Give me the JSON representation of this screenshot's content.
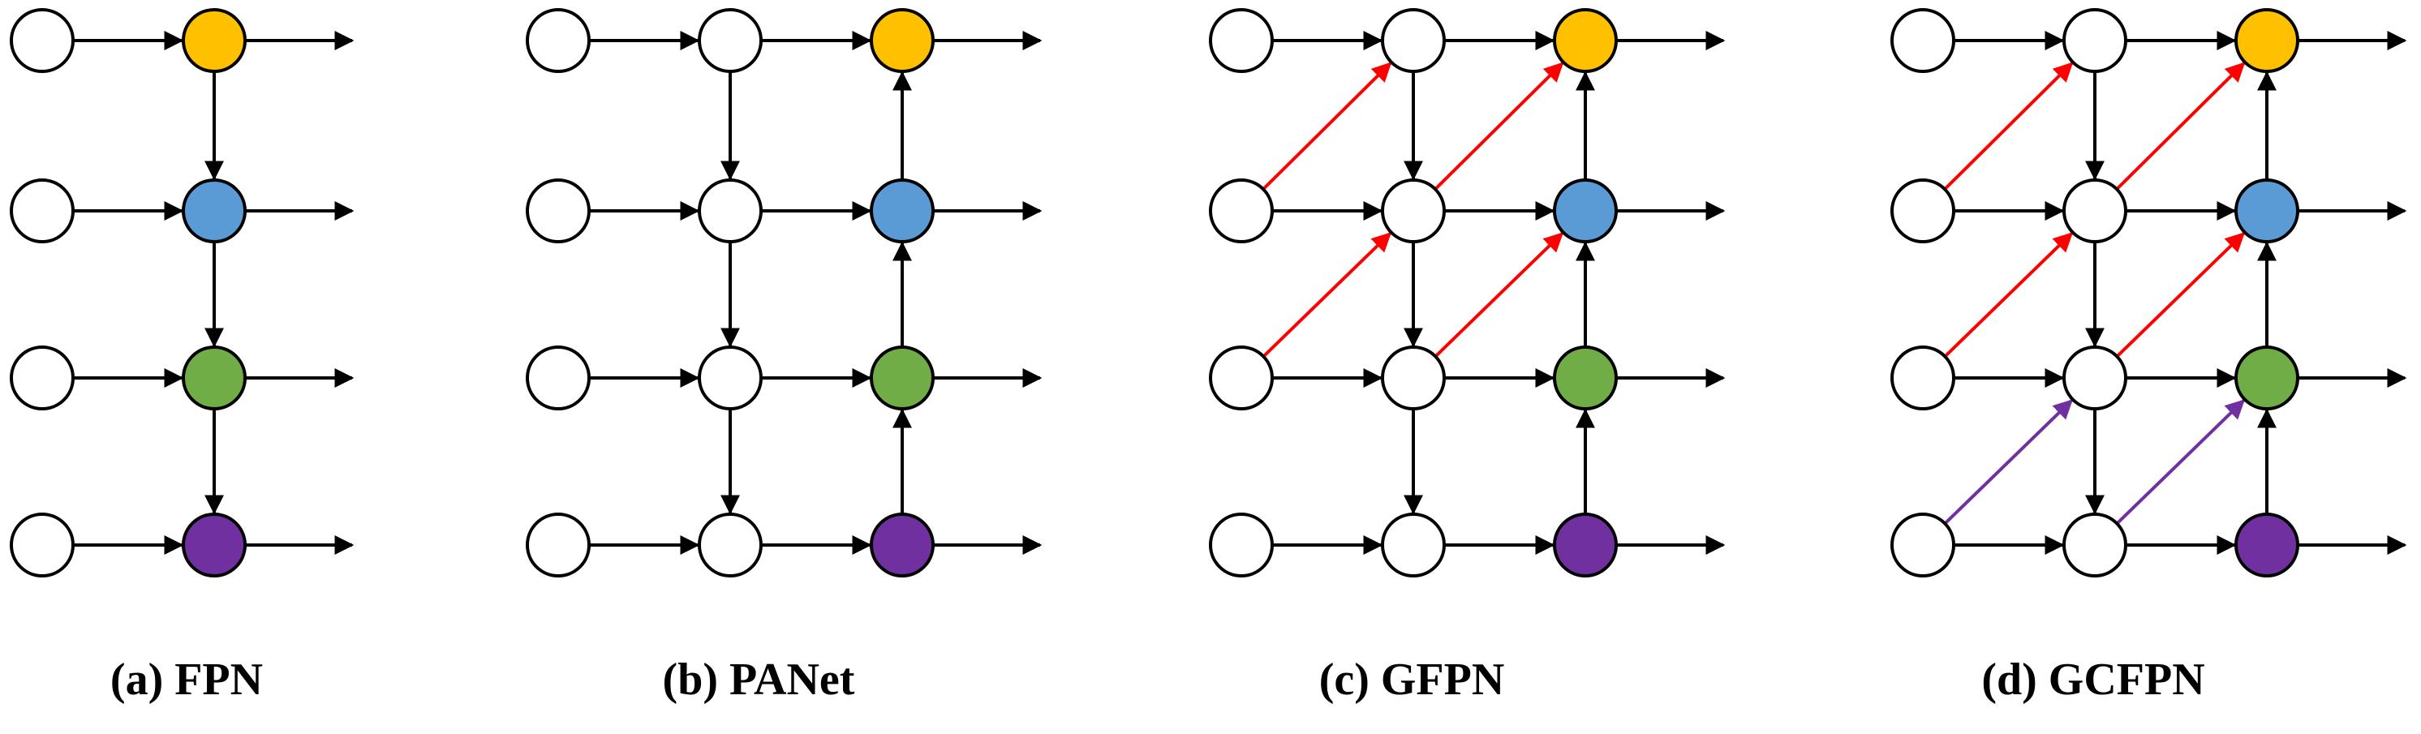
{
  "colors": {
    "stroke": "#000000",
    "node_fill": "#ffffff",
    "yellow": "#FFC000",
    "blue": "#5B9BD5",
    "green": "#70AD47",
    "purple": "#7030A0",
    "red_arrow": "#FF0000",
    "purple_arrow": "#7030A0"
  },
  "panels": [
    {
      "id": "fpn",
      "caption": "(a) FPN",
      "columns": [
        [
          "white",
          "white",
          "white",
          "white"
        ],
        [
          "yellow",
          "blue",
          "green",
          "purple"
        ]
      ],
      "output_column": 1,
      "vertical": [
        {
          "column": 1,
          "direction": "down"
        }
      ],
      "diagonals": []
    },
    {
      "id": "panet",
      "caption": "(b) PANet",
      "columns": [
        [
          "white",
          "white",
          "white",
          "white"
        ],
        [
          "white",
          "white",
          "white",
          "white"
        ],
        [
          "yellow",
          "blue",
          "green",
          "purple"
        ]
      ],
      "output_column": 2,
      "vertical": [
        {
          "column": 1,
          "direction": "down"
        },
        {
          "column": 2,
          "direction": "up"
        }
      ],
      "diagonals": []
    },
    {
      "id": "gfpn",
      "caption": "(c) GFPN",
      "columns": [
        [
          "white",
          "white",
          "white",
          "white"
        ],
        [
          "white",
          "white",
          "white",
          "white"
        ],
        [
          "yellow",
          "blue",
          "green",
          "purple"
        ]
      ],
      "output_column": 2,
      "vertical": [
        {
          "column": 1,
          "direction": "down"
        },
        {
          "column": 2,
          "direction": "up"
        }
      ],
      "diagonals": [
        {
          "from": [
            0,
            1
          ],
          "to": [
            1,
            0
          ],
          "color": "red_arrow"
        },
        {
          "from": [
            0,
            2
          ],
          "to": [
            1,
            1
          ],
          "color": "red_arrow"
        },
        {
          "from": [
            1,
            1
          ],
          "to": [
            2,
            0
          ],
          "color": "red_arrow"
        },
        {
          "from": [
            1,
            2
          ],
          "to": [
            2,
            1
          ],
          "color": "red_arrow"
        }
      ]
    },
    {
      "id": "gcfpn",
      "caption": "(d) GCFPN",
      "columns": [
        [
          "white",
          "white",
          "white",
          "white"
        ],
        [
          "white",
          "white",
          "white",
          "white"
        ],
        [
          "yellow",
          "blue",
          "green",
          "purple"
        ]
      ],
      "output_column": 2,
      "vertical": [
        {
          "column": 1,
          "direction": "down"
        },
        {
          "column": 2,
          "direction": "up"
        }
      ],
      "diagonals": [
        {
          "from": [
            0,
            1
          ],
          "to": [
            1,
            0
          ],
          "color": "red_arrow"
        },
        {
          "from": [
            0,
            2
          ],
          "to": [
            1,
            1
          ],
          "color": "red_arrow"
        },
        {
          "from": [
            0,
            3
          ],
          "to": [
            1,
            2
          ],
          "color": "purple_arrow"
        },
        {
          "from": [
            1,
            1
          ],
          "to": [
            2,
            0
          ],
          "color": "red_arrow"
        },
        {
          "from": [
            1,
            2
          ],
          "to": [
            2,
            1
          ],
          "color": "red_arrow"
        },
        {
          "from": [
            1,
            3
          ],
          "to": [
            2,
            2
          ],
          "color": "purple_arrow"
        }
      ]
    }
  ]
}
